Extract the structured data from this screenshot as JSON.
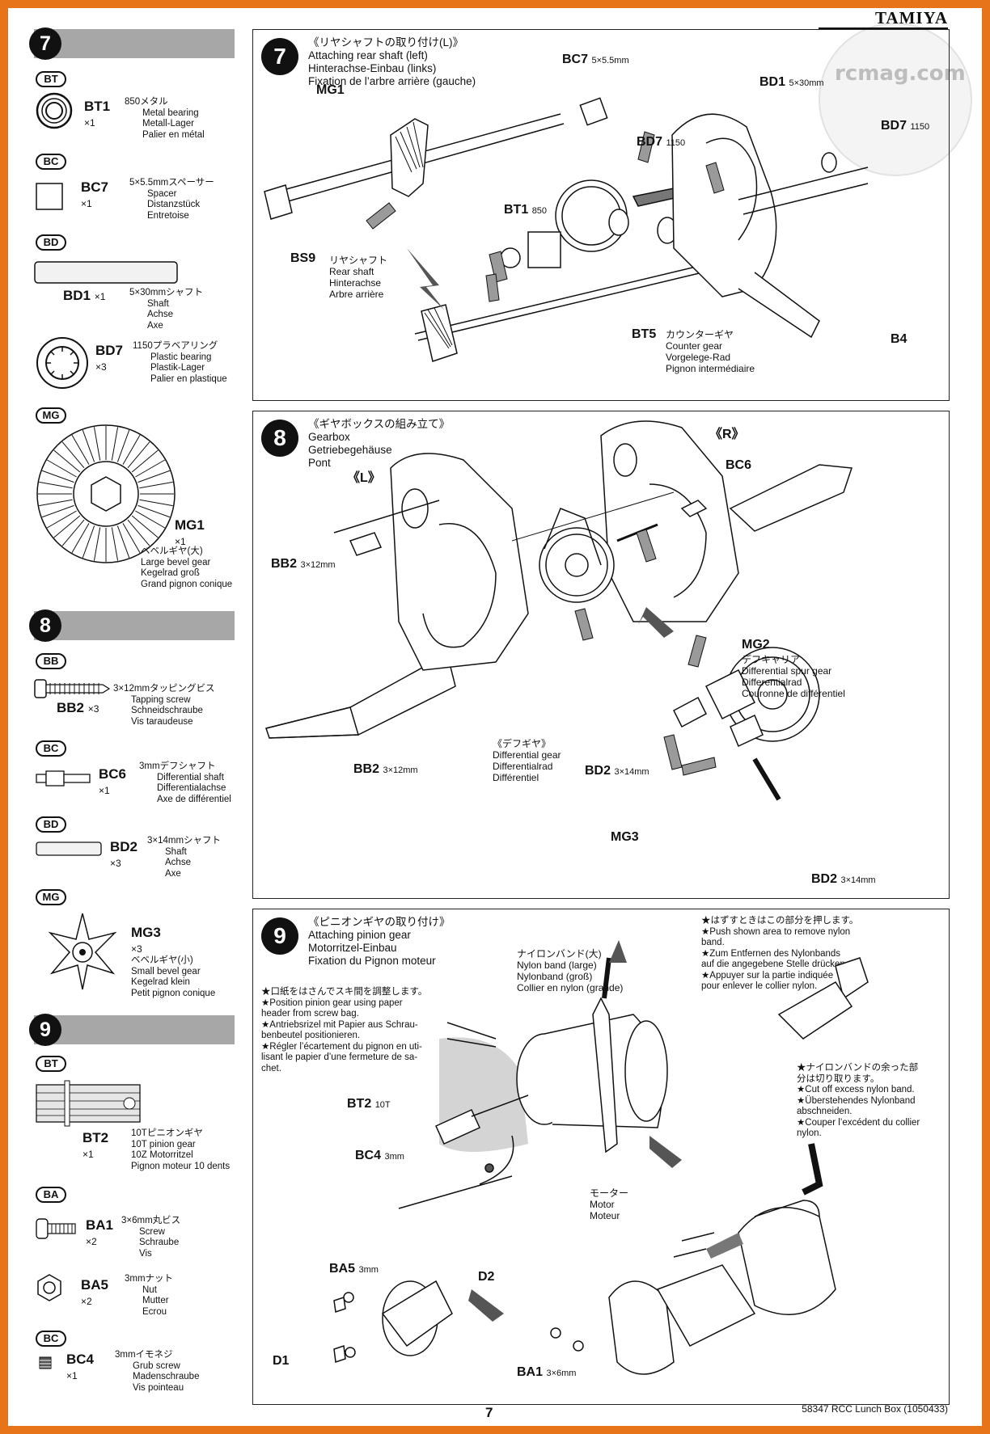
{
  "brand": "TAMIYA",
  "watermark": "rcmag.com",
  "page_number": "7",
  "footer": "58347  RCC Lunch Box (1050433)",
  "sidebar": {
    "s7": {
      "num": "7",
      "bt": {
        "badge": "BT",
        "code": "BT1",
        "qty": "×1",
        "jp": "850メタル",
        "l1": "Metal bearing",
        "l2": "Metall-Lager",
        "l3": "Palier en métal"
      },
      "bc": {
        "badge": "BC",
        "code": "BC7",
        "qty": "×1",
        "jp": "5×5.5mmスペーサー",
        "l1": "Spacer",
        "l2": "Distanzstück",
        "l3": "Entretoise"
      },
      "bd": {
        "badge": "BD",
        "code": "BD1",
        "qty": "×1",
        "jp": "5×30mmシャフト",
        "l1": "Shaft",
        "l2": "Achse",
        "l3": "Axe"
      },
      "bd7": {
        "code": "BD7",
        "qty": "×3",
        "jp": "1150プラベアリング",
        "l1": "Plastic bearing",
        "l2": "Plastik-Lager",
        "l3": "Palier en plastique"
      },
      "mg": {
        "badge": "MG",
        "code": "MG1",
        "qty": "×1",
        "jp": "ベベルギヤ(大)",
        "l1": "Large bevel gear",
        "l2": "Kegelrad groß",
        "l3": "Grand pignon conique"
      }
    },
    "s8": {
      "num": "8",
      "bb": {
        "badge": "BB",
        "code": "BB2",
        "qty": "×3",
        "jp": "3×12mmタッピングビス",
        "l1": "Tapping screw",
        "l2": "Schneidschraube",
        "l3": "Vis taraudeuse"
      },
      "bc": {
        "badge": "BC",
        "code": "BC6",
        "qty": "×1",
        "jp": "3mmデフシャフト",
        "l1": "Differential shaft",
        "l2": "Differentialachse",
        "l3": "Axe de différentiel"
      },
      "bd": {
        "badge": "BD",
        "code": "BD2",
        "qty": "×3",
        "jp": "3×14mmシャフト",
        "l1": "Shaft",
        "l2": "Achse",
        "l3": "Axe"
      },
      "mg": {
        "badge": "MG",
        "code": "MG3",
        "qty": "×3",
        "jp": "ベベルギヤ(小)",
        "l1": "Small bevel gear",
        "l2": "Kegelrad klein",
        "l3": "Petit pignon conique"
      }
    },
    "s9": {
      "num": "9",
      "bt": {
        "badge": "BT",
        "code": "BT2",
        "qty": "×1",
        "jp": "10Tピニオンギヤ",
        "l1": "10T pinion gear",
        "l2": "10Z Motorritzel",
        "l3": "Pignon moteur 10 dents"
      },
      "ba": {
        "badge": "BA",
        "code": "BA1",
        "qty": "×2",
        "jp": "3×6mm丸ビス",
        "l1": "Screw",
        "l2": "Schraube",
        "l3": "Vis"
      },
      "ba5": {
        "code": "BA5",
        "qty": "×2",
        "jp": "3mmナット",
        "l1": "Nut",
        "l2": "Mutter",
        "l3": "Ecrou"
      },
      "bc": {
        "badge": "BC",
        "code": "BC4",
        "qty": "×1",
        "jp": "3mmイモネジ",
        "l1": "Grub screw",
        "l2": "Madenschraube",
        "l3": "Vis pointeau"
      }
    }
  },
  "step7": {
    "num": "7",
    "jp": "《リヤシャフトの取り付け(L)》",
    "en": "Attaching rear shaft (left)",
    "de": "Hinterachse-Einbau (links)",
    "fr": "Fixation de l’arbre arrière (gauche)",
    "labels": {
      "mg1": "MG1",
      "bc7": "BC7",
      "bc7s": "5×5.5mm",
      "bd1": "BD1",
      "bd1s": "5×30mm",
      "bd7a": "BD7",
      "bd7as": "1150",
      "bd7b": "BD7",
      "bd7bs": "1150",
      "bt1": "BT1",
      "bt1s": "850",
      "bs9": "BS9",
      "bs9jp": "リヤシャフト",
      "bs9en": "Rear shaft",
      "bs9de": "Hinterachse",
      "bs9fr": "Arbre arrière",
      "bt5": "BT5",
      "bt5jp": "カウンターギヤ",
      "bt5en": "Counter gear",
      "bt5de": "Vorgelege-Rad",
      "bt5fr": "Pignon intermédiaire",
      "b4": "B4"
    }
  },
  "step8": {
    "num": "8",
    "jp": "《ギヤボックスの組み立て》",
    "en": "Gearbox",
    "de": "Getriebegehäuse",
    "fr": "Pont",
    "labels": {
      "r": "《R》",
      "l": "《L》",
      "bc6": "BC6",
      "bb2a": "BB2",
      "bb2as": "3×12mm",
      "bb2b": "BB2",
      "bb2bs": "3×12mm",
      "mg2": "MG2",
      "mg2jp": "デフキャリア",
      "mg2en": "Differential spur gear",
      "mg2de": "Differentialrad",
      "mg2fr": "Couronne de différentiel",
      "diffjp": "《デフギヤ》",
      "diffen": "Differential gear",
      "diffde": "Differentialrad",
      "difffr": "Différentiel",
      "bd2a": "BD2",
      "bd2as": "3×14mm",
      "bd2b": "BD2",
      "bd2bs": "3×14mm",
      "mg3": "MG3"
    }
  },
  "step9": {
    "num": "9",
    "jp": "《ピニオンギヤの取り付け》",
    "en": "Attaching pinion gear",
    "de": "Motorritzel-Einbau",
    "fr": "Fixation du Pignon moteur",
    "note1": [
      "★口紙をはさんでスキ間を調整します。",
      "★Position pinion gear using paper",
      "header from screw bag.",
      "★Antriebsrizel mit Papier aus Schrau-",
      "benbeutel positionieren.",
      "★Régler l’écartement du pignon en uti-",
      "lisant le papier d’une fermeture de sa-",
      "chet."
    ],
    "note2": [
      "★はずすときはこの部分を押します。",
      "★Push shown area to remove nylon",
      "band.",
      "★Zum Entfernen des Nylonbands",
      "auf die angegebene Stelle drücken.",
      "★Appuyer sur la partie indiquée",
      "pour enlever le collier nylon."
    ],
    "note3": [
      "★ナイロンバンドの余った部",
      "分は切り取ります。",
      "★Cut off excess nylon band.",
      "★Überstehendes Nylonband",
      "abschneiden.",
      "★Couper l’excédent du collier",
      "nylon."
    ],
    "nylon": [
      "ナイロンバンド(大)",
      "Nylon band (large)",
      "Nylonband (groß)",
      "Collier en nylon (grande)"
    ],
    "motor": [
      "モーター",
      "Motor",
      "Moteur"
    ],
    "labels": {
      "bt2": "BT2",
      "bt2s": "10T",
      "bc4": "BC4",
      "bc4s": "3mm",
      "ba5": "BA5",
      "ba5s": "3mm",
      "d2": "D2",
      "d1": "D1",
      "ba1": "BA1",
      "ba1s": "3×6mm"
    }
  },
  "colors": {
    "frame": "#e8741a",
    "section_bar": "#a7a7a7",
    "badge_fill": "#111111"
  }
}
